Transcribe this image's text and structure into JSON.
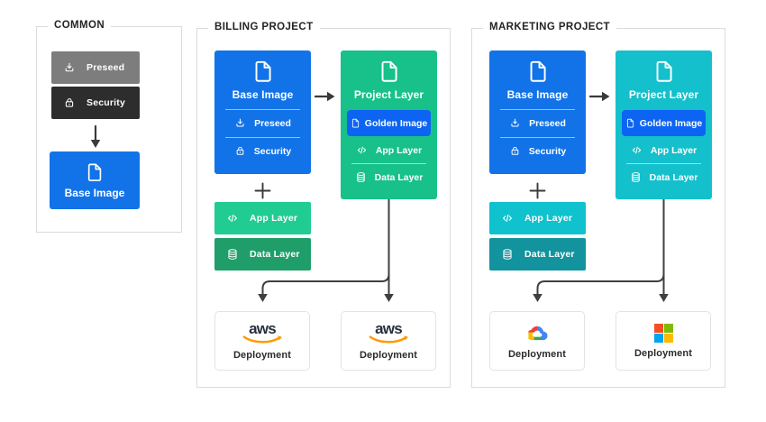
{
  "colors": {
    "blue": "#1273E8",
    "badge_blue": "#0D64F2",
    "billing_green": "#18C189",
    "billing_app_green": "#20CC92",
    "billing_data_green": "#1F9E69",
    "marketing_teal": "#14C0CC",
    "marketing_app_teal": "#0FC2CE",
    "marketing_data_teal": "#12939E",
    "preseed_gray": "#7D7D7D",
    "security_dark": "#2D2D2D",
    "aws_navy": "#252F3E",
    "aws_orange": "#FF9900",
    "gcp_red": "#EA4335",
    "gcp_blue": "#4285F4",
    "gcp_yellow": "#FBBC05",
    "gcp_green": "#34A853",
    "ms_red": "#F25022",
    "ms_green": "#7FBA00",
    "ms_blue": "#00A4EF",
    "ms_yellow": "#FFB900",
    "line": "#3A3A3A",
    "panel_border": "#DBDBDB"
  },
  "logos": {
    "aws_wordmark": "aws"
  },
  "panels": {
    "common": {
      "title": "COMMON",
      "preseed_label": "Preseed",
      "security_label": "Security",
      "base_image_label": "Base Image"
    },
    "billing": {
      "title": "BILLING PROJECT",
      "base_image": {
        "title": "Base Image",
        "preseed_label": "Preseed",
        "security_label": "Security"
      },
      "project_layer": {
        "title": "Project Layer",
        "golden_image_label": "Golden Image",
        "app_layer_label": "App Layer",
        "data_layer_label": "Data Layer"
      },
      "app_layer_label": "App Layer",
      "data_layer_label": "Data Layer",
      "deployment_left": {
        "provider_icon": "aws-logo",
        "label": "Deployment"
      },
      "deployment_right": {
        "provider_icon": "aws-logo",
        "label": "Deployment"
      }
    },
    "marketing": {
      "title": "MARKETING PROJECT",
      "base_image": {
        "title": "Base Image",
        "preseed_label": "Preseed",
        "security_label": "Security"
      },
      "project_layer": {
        "title": "Project Layer",
        "golden_image_label": "Golden Image",
        "app_layer_label": "App Layer",
        "data_layer_label": "Data Layer"
      },
      "app_layer_label": "App Layer",
      "data_layer_label": "Data Layer",
      "deployment_left": {
        "provider_icon": "google-cloud-logo",
        "label": "Deployment"
      },
      "deployment_right": {
        "provider_icon": "microsoft-logo",
        "label": "Deployment"
      }
    }
  }
}
